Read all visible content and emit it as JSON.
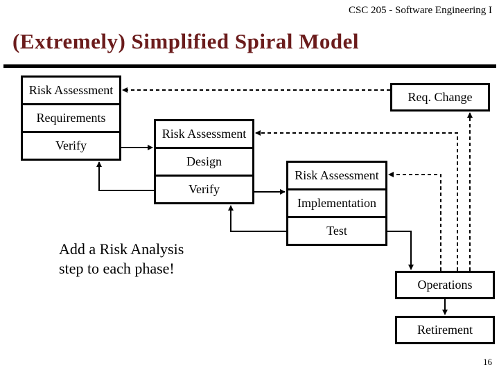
{
  "header": {
    "course": "CSC 205 - Software Engineering I"
  },
  "title": "(Extremely) Simplified Spiral Model",
  "colors": {
    "title_text": "#6b1c1c",
    "line": "#000000",
    "box_fill": "#ffffff"
  },
  "diagram": {
    "phase_requirements": {
      "rows": [
        "Risk Assessment",
        "Requirements",
        "Verify"
      ]
    },
    "phase_design": {
      "rows": [
        "Risk Assessment",
        "Design",
        "Verify"
      ]
    },
    "phase_implementation": {
      "rows": [
        "Risk Assessment",
        "Implementation",
        "Test"
      ]
    },
    "req_change": {
      "label": "Req. Change"
    },
    "operations": {
      "label": "Operations"
    },
    "retirement": {
      "label": "Retirement"
    }
  },
  "note": {
    "line1": "Add a Risk Analysis",
    "line2": "step to each phase!"
  },
  "page_number": "16"
}
